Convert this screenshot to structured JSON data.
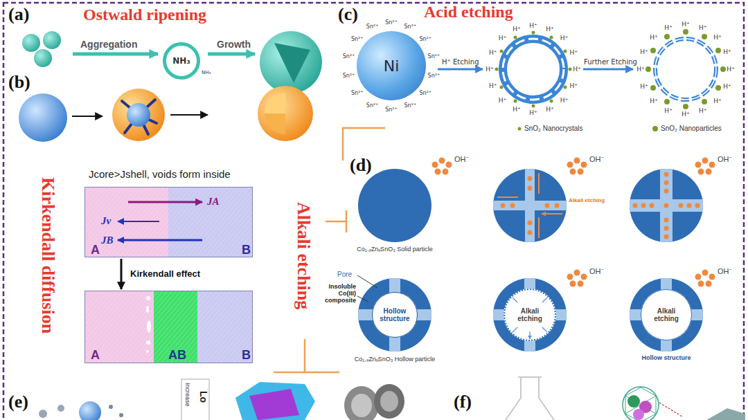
{
  "diagram": {
    "nodes": [
      {
        "text": [
          "NH₃"
        ]
      },
      {
        "text": [
          "Ni"
        ]
      },
      {
        "text": [
          "A",
          "JA",
          "Jv",
          "JB",
          "B"
        ]
      },
      {
        "text": [
          "A",
          "AB",
          "B"
        ]
      },
      {
        "text": [
          "Hollow structure"
        ]
      },
      {
        "text": [
          "Alkali etching"
        ]
      },
      {
        "text": [
          "Alkali etching"
        ]
      }
    ],
    "edges": [
      {
        "from": 2,
        "to": 3,
        "label": "Kirkendall effect",
        "arrow": "to"
      }
    ],
    "labels": [
      "(a)",
      "Ostwald ripening",
      "Aggregation",
      "NH₃",
      "Growth",
      "(b)",
      "Jcore>Jshell, voids form inside",
      "Kirkendall diffusion",
      "Alkali etching",
      "(c)",
      "Acid etching",
      "Sn²⁺",
      "Sn²⁺",
      "Sn²⁺",
      "Sn²⁺",
      "Sn²⁺",
      "Sn²⁺",
      "Sn²⁺",
      "Sn²⁺",
      "Sn²⁺",
      "Sn²⁺",
      "Sn²⁺",
      "Sn²⁺",
      "Sn²⁺",
      "Sn²⁺",
      "H⁺ Etching",
      "Further Etching",
      "H⁺",
      "H⁺",
      "H⁺",
      "H⁺",
      "H⁺",
      "H⁺",
      "H⁺",
      "H⁺",
      "H⁺",
      "H⁺",
      "H⁺",
      "H⁺",
      "H⁺",
      "H⁺",
      "H⁺",
      "H⁺",
      "H⁺",
      "H⁺",
      "H⁺",
      "H⁺",
      "H⁺",
      "H⁺",
      "H⁺",
      "H⁺",
      "H⁺",
      "H⁺",
      "H⁺",
      "H⁺",
      "H⁺",
      "H⁺",
      "H⁺",
      "H⁺",
      "SnO₂ Nanocrystals",
      "SnO₂ Nanoparticles",
      "(d)",
      "OH⁻",
      "OH⁻",
      "OH⁻",
      "OH⁻",
      "OH⁻",
      "Alkali etching",
      "Co₁₋ₓZnₓSnO₃ Solid particle",
      "Pore",
      "Insoluble Co(III) composite",
      "Co₁₋ₓZnₓSnO₃ Hollow particle",
      "Hollow structure",
      "(e)",
      "Increase",
      "Lo",
      "(f)"
    ]
  }
}
